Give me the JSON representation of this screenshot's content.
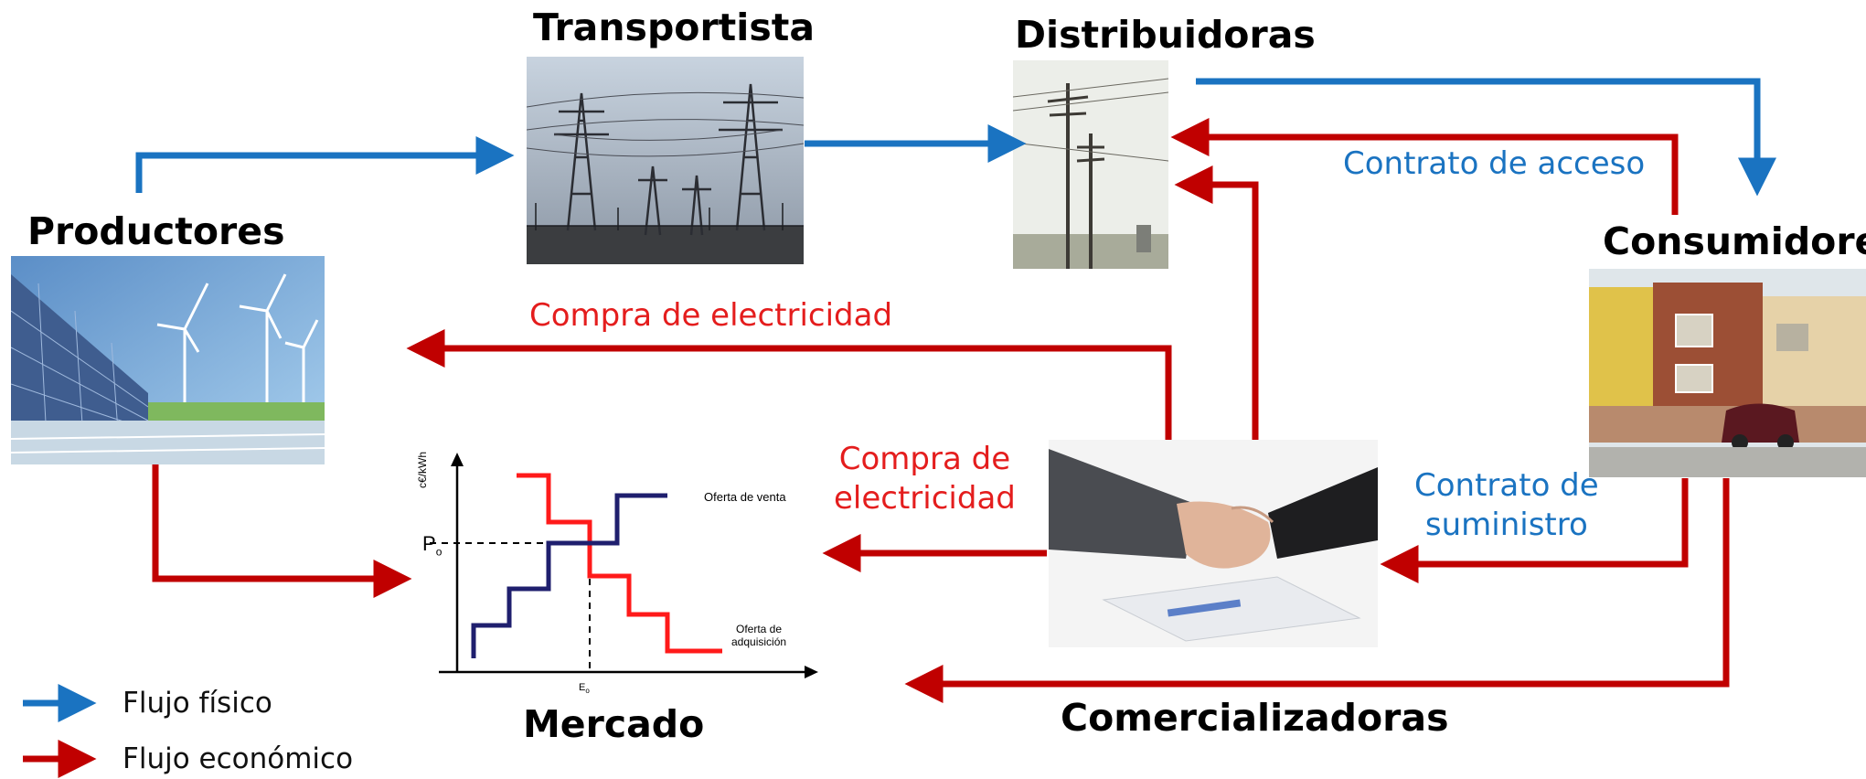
{
  "nodes": {
    "transportista": "Transportista",
    "distribuidoras": "Distribuidoras",
    "productores": "Productores",
    "consumidores": "Consumidores",
    "mercado": "Mercado",
    "comercializadoras": "Comercializadoras"
  },
  "labels": {
    "contrato_acceso": "Contrato de acceso",
    "compra_top": "Compra de electricidad",
    "compra_mid_line1": "Compra de",
    "compra_mid_line2": "electricidad",
    "suministro_line1": "Contrato de",
    "suministro_line2": "suministro"
  },
  "legend": {
    "fisico": "Flujo físico",
    "economico": "Flujo económico"
  },
  "market_chart": {
    "ylabel": "c€/kWh",
    "price_label": "P",
    "price_sub": "o",
    "quantity_label": "E",
    "quantity_sub": "o",
    "series_sell": "Oferta de venta",
    "series_buy_line1": "Oferta de",
    "series_buy_line2": "adquisición"
  },
  "colors": {
    "physical_flow": "#1a73c1",
    "economic_flow": "#c00000",
    "sell_curve": "#1f1f6e",
    "buy_curve": "#ff1a1a"
  }
}
